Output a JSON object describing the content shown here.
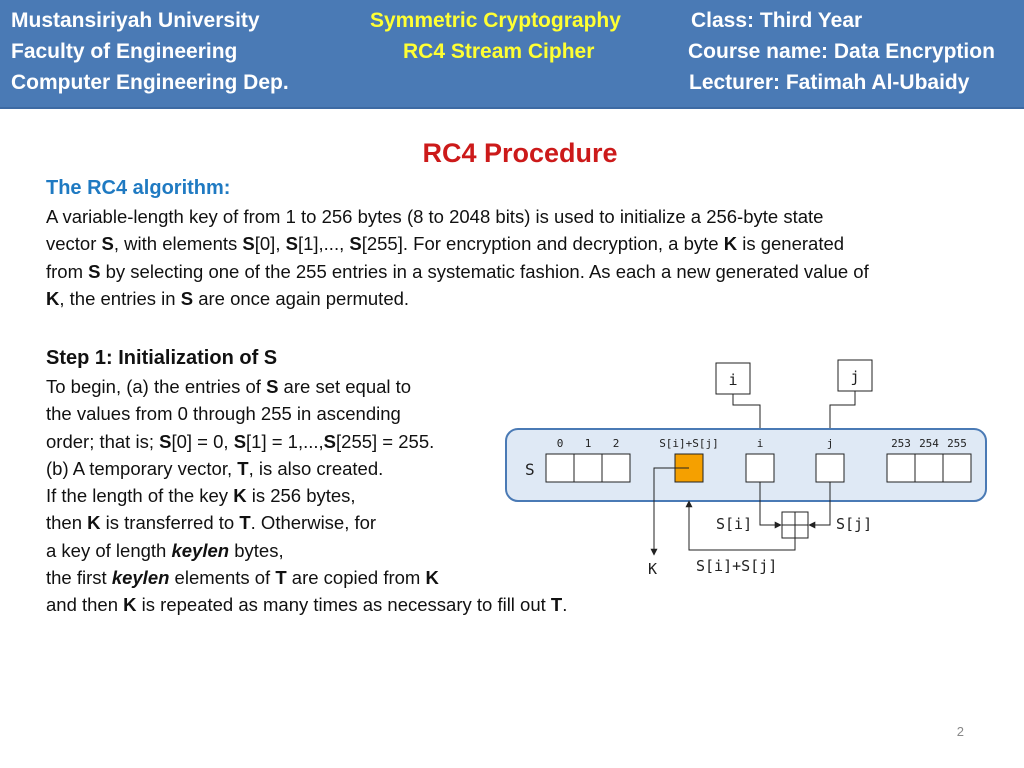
{
  "header": {
    "left": [
      "Mustansiriyah University",
      "Faculty of Engineering",
      "Computer Engineering Dep."
    ],
    "center": [
      "Symmetric Cryptography",
      "RC4 Stream Cipher"
    ],
    "right": [
      "Class: Third Year",
      "Course name: Data Encryption",
      "Lecturer: Fatimah Al-Ubaidy"
    ]
  },
  "title": "RC4 Procedure",
  "algorithm_heading": "The RC4 algorithm:",
  "intro": {
    "l1": "A variable-length key of from 1 to 256 bytes (8 to 2048 bits) is used to initialize a 256-byte state",
    "l2": {
      "a": "vector ",
      "b": "S",
      "c": ", with elements ",
      "d": "S",
      "e": "[0], ",
      "f": "S",
      "g": "[1],..., ",
      "h": "S",
      "i": "[255]. For encryption and decryption, a byte ",
      "j": "K",
      "k": " is generated"
    },
    "l3": {
      "a": "from ",
      "b": "S",
      "c": " by selecting one of the 255 entries in a systematic fashion. As each a new  generated value of"
    },
    "l4": {
      "a": "K",
      "b": ", the entries in ",
      "c": "S",
      "d": " are once again permuted."
    }
  },
  "step1": {
    "heading": "Step 1: Initialization of S",
    "l1": {
      "a": "To begin, (a) the entries of ",
      "b": "S",
      "c": " are set equal to"
    },
    "l2": "the values from 0 through 255 in ascending",
    "l3": {
      "a": " order; that is; ",
      "b": "S",
      "c": "[0] = 0, ",
      "d": "S",
      "e": "[1] = 1,...,",
      "f": "S",
      "g": "[255] = 255."
    },
    "l4": {
      "a": "(b) A temporary vector, ",
      "b": "T",
      "c": ", is also created."
    },
    "l5": {
      "a": "If the length of the key ",
      "b": "K",
      "c": " is 256 bytes,"
    },
    "l6": {
      "a": "then ",
      "b": "K",
      "c": " is transferred to ",
      "d": "T",
      "e": ". Otherwise, for"
    },
    "l7": {
      "a": "a key of length ",
      "b": "keylen",
      "c": " bytes,"
    },
    "l8": {
      "a": "the first ",
      "b": "keylen",
      "c": " elements of ",
      "d": "T",
      "e": " are copied from ",
      "f": "K"
    },
    "l9": {
      "a": "and then ",
      "b": "K",
      "c": " is repeated as many times as necessary to fill out ",
      "d": "T",
      "e": "."
    }
  },
  "diagram": {
    "i_label": "i",
    "j_label": "j",
    "array_label": "S",
    "indices": [
      "0",
      "1",
      "2",
      "S[i]+S[j]",
      "i",
      "j",
      "253",
      "254",
      "255"
    ],
    "si_label": "S[i]",
    "sj_label": "S[j]",
    "k_label": "K",
    "sum_label": "S[i]+S[j]",
    "highlight_color": "#f5a000",
    "panel_color": "#dfe9f5",
    "panel_border": "#4a7ab5"
  },
  "page_number": "2"
}
